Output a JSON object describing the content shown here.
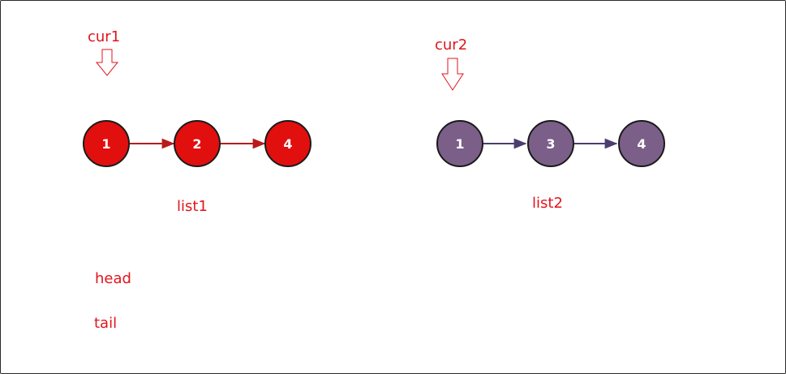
{
  "colors": {
    "list1_node_fill": "#e20f0f",
    "list1_edge": "#b81b1b",
    "list2_node_fill": "#7b5f89",
    "list2_edge": "#4c3d6e",
    "node_stroke": "#1a1a1a",
    "label_red": "#e1141c"
  },
  "pointers": {
    "cur1": {
      "label": "cur1",
      "icon": "down-arrow-outline-icon"
    },
    "cur2": {
      "label": "cur2",
      "icon": "down-arrow-outline-icon"
    }
  },
  "list1": {
    "label": "list1",
    "nodes": [
      "1",
      "2",
      "4"
    ]
  },
  "list2": {
    "label": "list2",
    "nodes": [
      "1",
      "3",
      "4"
    ]
  },
  "markers": {
    "head": "head",
    "tail": "tail"
  }
}
